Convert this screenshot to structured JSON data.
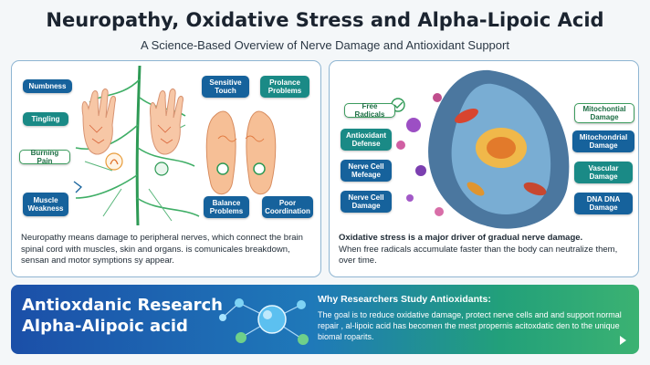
{
  "header": {
    "title": "Neuropathy, Oxidative Stress and Alpha-Lipoic Acid",
    "subtitle": "A Science-Based Overview of Nerve Damage and Antioxidant Support"
  },
  "left_panel": {
    "labels": {
      "numbness": "Numbness",
      "tingling": "Tingling",
      "burning_pain": "Burning Pain",
      "muscle_weakness": "Muscle Weakness",
      "sensitive_touch": "Sensitive Touch",
      "prolance_problems": "Prolance Problems",
      "balance_problems": "Balance Problems",
      "poor_coordination": "Poor Coordination"
    },
    "caption": "Neuropathy means damage to peripheral nerves, which connect the brain spinal cord with muscles, skin and organs. is comunicales breakdown, sensan and motor symptions sy appear."
  },
  "right_panel": {
    "labels": {
      "free_radicals": "Free Radicals",
      "antioxidant_defense": "Antioxidant Defense",
      "nerve_cell_message": "Nerve Cell Mefeage",
      "nerve_cell_damage": "Nerve Cell Damage",
      "mitochondrial_damage_1": "Mitochontial Damage",
      "mitochondrial_damage_2": "Mitochondrial Damage",
      "vascular_damage": "Vascular Damage",
      "dna_damage": "DNA DNA Damage"
    },
    "caption_bold": "Oxidative stress is a major driver of gradual nerve damage.",
    "caption": "When free radicals accumulate faster than the body can neutralize them, over time."
  },
  "bottom_banner": {
    "title_line1": "Antioxdanic Research",
    "title_line2": "Alpha-Alipoic acid",
    "heading": "Why Researchers Study Antioxidants:",
    "text": "The goal is to reduce oxidative damage, protect nerve cells and and support normal repair , al-lipoic acid has becomen the mest propernis acitoxdatic den to the unique biomal roparits."
  },
  "colors": {
    "label_blue": "#16629c",
    "label_teal": "#1a8a86",
    "panel_border": "#8fb5d2",
    "banner_start": "#1b4fa8",
    "banner_end": "#3bb272"
  }
}
